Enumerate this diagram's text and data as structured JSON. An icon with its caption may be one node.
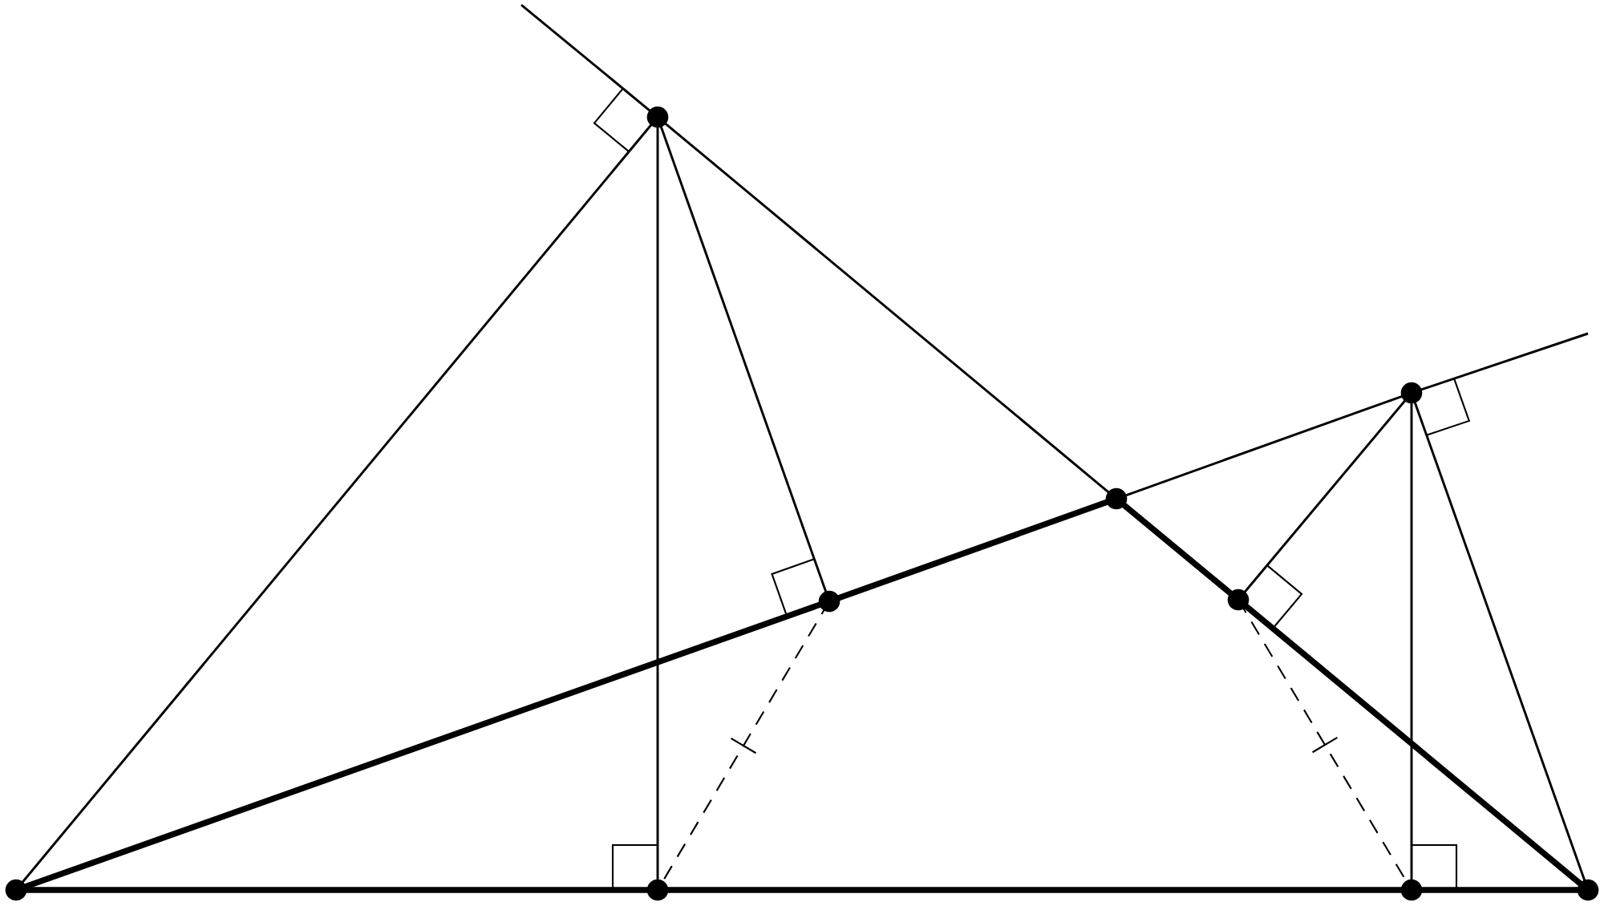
{
  "diagram": {
    "nodes": [
      {
        "text": [],
        "shape": "circle"
      },
      {
        "text": [],
        "shape": "circle"
      },
      {
        "text": [],
        "shape": "circle"
      },
      {
        "text": [],
        "shape": "circle"
      },
      {
        "text": [],
        "shape": "circle"
      },
      {
        "text": [],
        "shape": "circle"
      },
      {
        "text": [],
        "shape": "circle"
      },
      {
        "text": [],
        "shape": "circle"
      },
      {
        "text": [],
        "shape": "circle"
      }
    ],
    "edges": [
      {
        "from": null,
        "to": 0,
        "arrow": "none"
      },
      {
        "from": 0,
        "to": 2,
        "arrow": "none"
      },
      {
        "from": 2,
        "to": 4,
        "arrow": "none",
        "style": "thick"
      },
      {
        "from": 4,
        "to": 8,
        "arrow": "none",
        "style": "thick"
      },
      {
        "from": 5,
        "to": 3,
        "arrow": "none",
        "style": "thick"
      },
      {
        "from": 3,
        "to": 2,
        "arrow": "none",
        "style": "thick"
      },
      {
        "from": 2,
        "to": 1,
        "arrow": "none"
      },
      {
        "from": 1,
        "to": null,
        "arrow": "none"
      },
      {
        "from": 5,
        "to": 6,
        "arrow": "none",
        "style": "thick"
      },
      {
        "from": 6,
        "to": 7,
        "arrow": "none",
        "style": "thick"
      },
      {
        "from": 7,
        "to": 8,
        "arrow": "none",
        "style": "thick"
      },
      {
        "from": 5,
        "to": 0,
        "arrow": "none"
      },
      {
        "from": 0,
        "to": 6,
        "arrow": "none"
      },
      {
        "from": 0,
        "to": 3,
        "arrow": "none"
      },
      {
        "from": 1,
        "to": 4,
        "arrow": "none"
      },
      {
        "from": 1,
        "to": 7,
        "arrow": "none"
      },
      {
        "from": 1,
        "to": 8,
        "arrow": "none"
      },
      {
        "from": 3,
        "to": 6,
        "arrow": "none",
        "style": "dashed"
      },
      {
        "from": 4,
        "to": 7,
        "arrow": "none",
        "style": "dashed"
      }
    ]
  }
}
